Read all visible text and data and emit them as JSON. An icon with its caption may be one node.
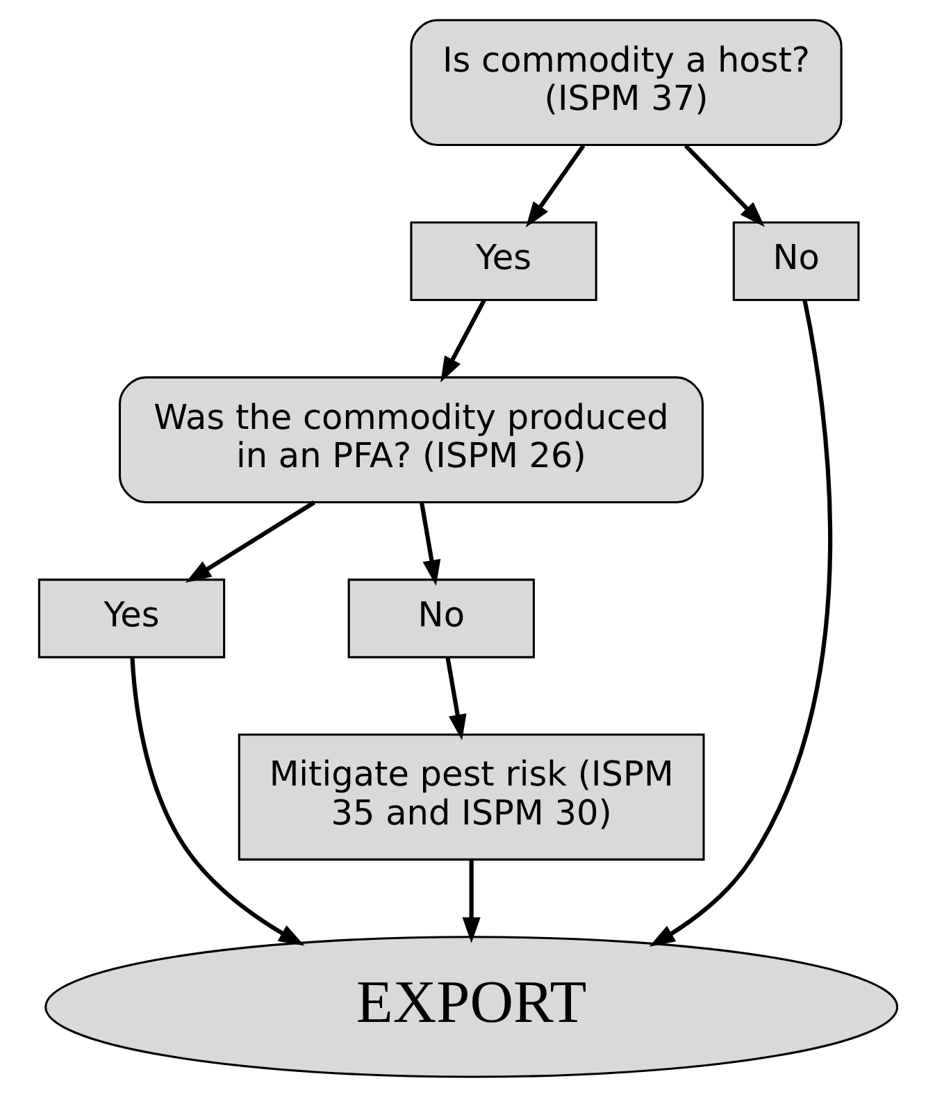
{
  "diagram": {
    "nodes": [
      {
        "text": [
          "Is commodity a host? (ISPM 37)"
        ]
      },
      {
        "text": [
          "Yes"
        ]
      },
      {
        "text": [
          "No"
        ]
      },
      {
        "text": [
          "Was the commodity produced in an PFA? (ISPM 26)"
        ]
      },
      {
        "text": [
          "Yes"
        ]
      },
      {
        "text": [
          "No"
        ]
      },
      {
        "text": [
          "Mitigate pest risk (ISPM 35 and ISPM 30)"
        ]
      },
      {
        "text": [
          "EXPORT"
        ]
      }
    ],
    "edges": [
      {
        "from": 0,
        "to": 1,
        "arrow": "to"
      },
      {
        "from": 0,
        "to": 2,
        "arrow": "to"
      },
      {
        "from": 1,
        "to": 3,
        "arrow": "to"
      },
      {
        "from": 3,
        "to": 4,
        "arrow": "to"
      },
      {
        "from": 3,
        "to": 5,
        "arrow": "to"
      },
      {
        "from": 5,
        "to": 6,
        "arrow": "to"
      },
      {
        "from": 4,
        "to": 7,
        "arrow": "to"
      },
      {
        "from": 6,
        "to": 7,
        "arrow": "to"
      },
      {
        "from": 2,
        "to": 7,
        "arrow": "to"
      }
    ]
  }
}
